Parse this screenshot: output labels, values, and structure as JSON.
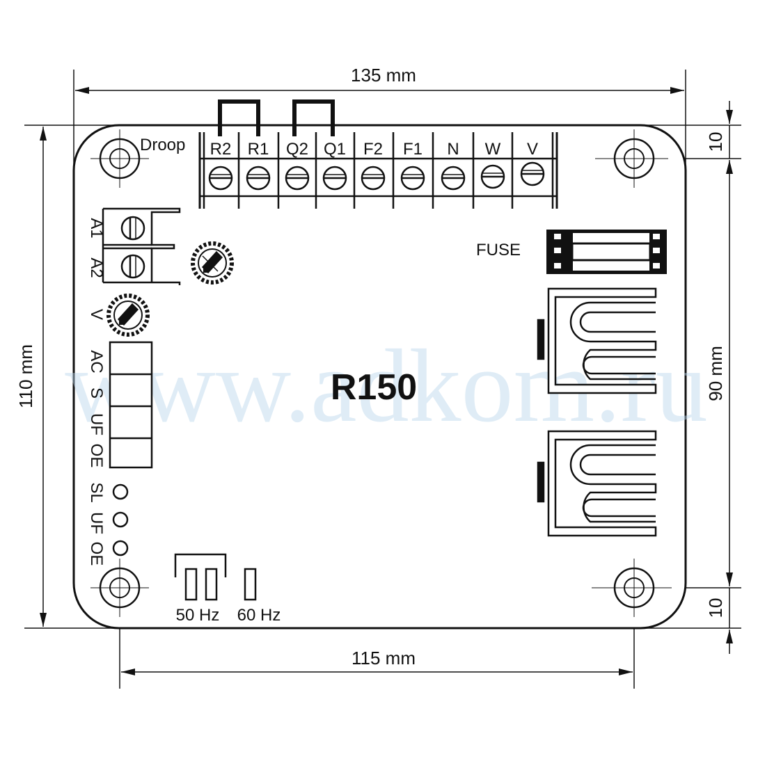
{
  "dimensions": {
    "top_width": "135 mm",
    "bottom_width": "115 mm",
    "left_height": "110 mm",
    "right_height": "90 mm",
    "right_top_offset": "10",
    "right_bottom_offset": "10"
  },
  "board": {
    "model": "R150",
    "watermark": "www.adkom.ru"
  },
  "terminals": {
    "droop_label": "Droop",
    "labels": [
      "R2",
      "R1",
      "Q2",
      "Q1",
      "F2",
      "F1",
      "N",
      "W",
      "V"
    ]
  },
  "left_terminals": [
    "A1",
    "A2"
  ],
  "pot_label": "V",
  "connector_labels": [
    "AC",
    "S",
    "UF",
    "OE"
  ],
  "led_labels": [
    "SL",
    "UF",
    "OE"
  ],
  "fuse_label": "FUSE",
  "frequency": {
    "label_50": "50 Hz",
    "label_60": "60 Hz"
  },
  "colors": {
    "line": "#111111",
    "watermark": "#b9d4ec"
  }
}
